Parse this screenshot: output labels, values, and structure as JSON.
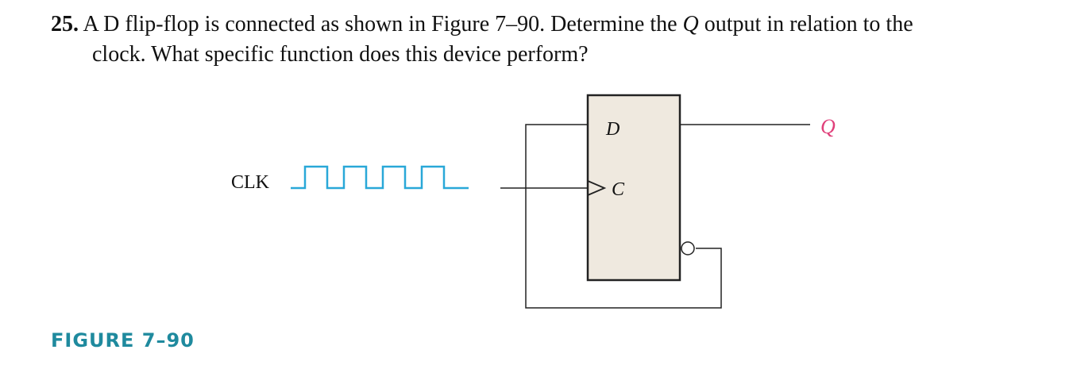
{
  "question": {
    "number": "25.",
    "line1_pre": "A D flip-flop is connected as shown in Figure 7–90. Determine the ",
    "line1_var": "Q",
    "line1_post": " output in relation to the",
    "line2": "clock. What specific function does this device perform?"
  },
  "figure": {
    "label": "FIGURE 7–90",
    "clock_label": "CLK",
    "flipflop": {
      "d_label": "D",
      "c_label": "C"
    },
    "output_label": "Q",
    "colors": {
      "clock_waveform": "#29a8d8",
      "output_label": "#e0407a",
      "flipflop_fill": "#efe9df",
      "figure_label": "#1f8a9e",
      "wire": "#222222"
    }
  }
}
